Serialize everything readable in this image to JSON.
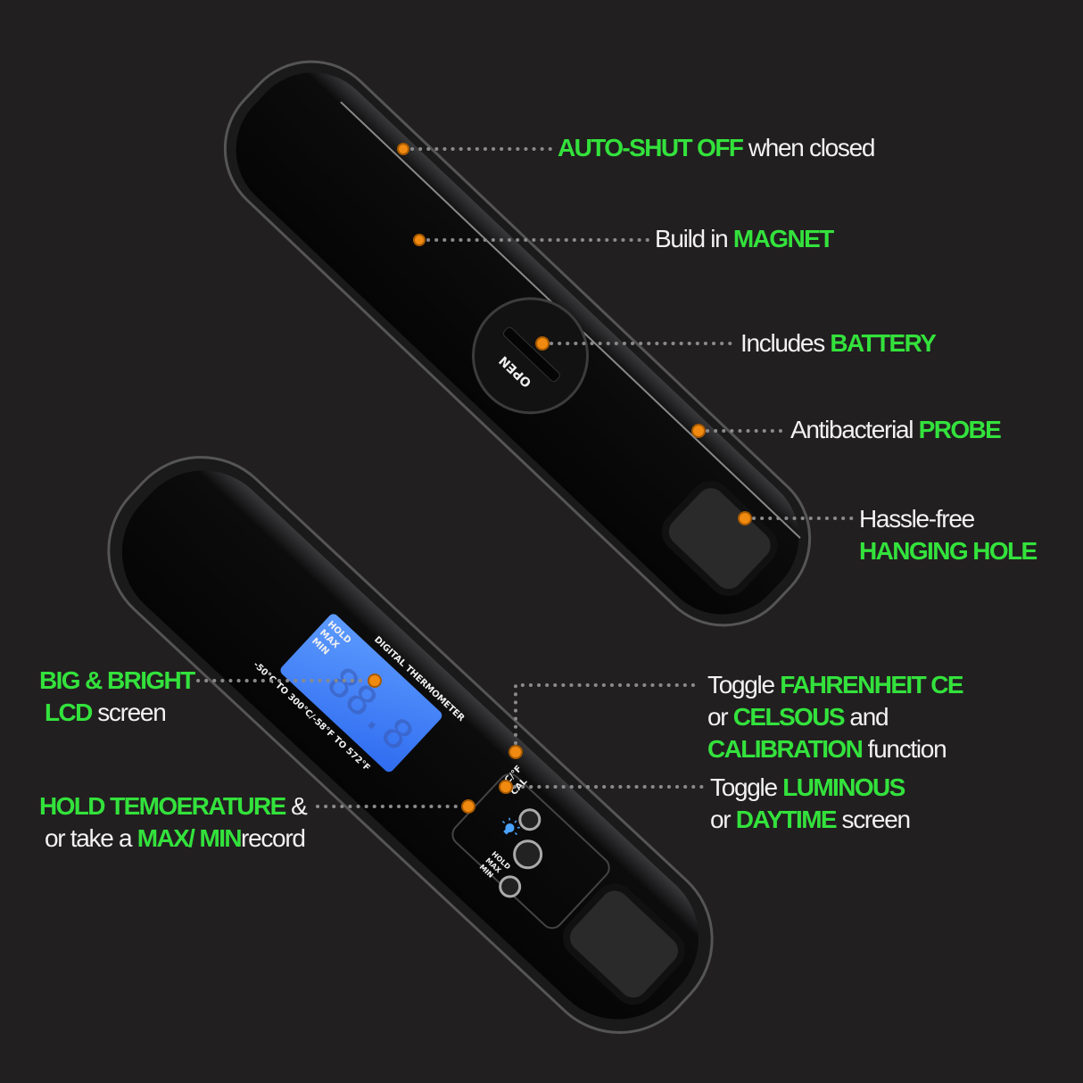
{
  "colors": {
    "background": "#221f20",
    "highlight": "#33e23c",
    "text": "#f2f2f2",
    "marker": "#f08a10",
    "lcd": "#4a86ff"
  },
  "device_top": {
    "battery_cover_text": "OPEN"
  },
  "device_bottom": {
    "lcd_modes": [
      "HOLD",
      "MAX",
      "MIN"
    ],
    "brand_text": "DIGITAL THERMOMETER",
    "range_text": "-50°C TO 300°C/-58°F TO 572°F",
    "unit_button_text": "°C/°F",
    "cal_text": "CAL",
    "hold_button_text": [
      "HOLD",
      "MAX",
      "MIN"
    ],
    "light_icon": "light-bulb-icon"
  },
  "callouts": [
    {
      "highlight": "AUTO-SHUT OFF",
      "text": " when closed"
    },
    {
      "text": "Build in ",
      "highlight": "MAGNET"
    },
    {
      "text": "Includes ",
      "highlight": "BATTERY"
    },
    {
      "text": "Antibacterial ",
      "highlight": "PROBE"
    },
    {
      "text": "Hassle-free",
      "highlight": "HANGING HOLE"
    },
    {
      "highlight1": "BIG & BRIGHT",
      "highlight2": "LCD",
      "text2": " screen"
    },
    {
      "highlight1": "HOLD TEMOERATURE",
      "text1": " &",
      "text2a": "or take a ",
      "highlight2": "MAX/ MIN",
      "text2b": "record"
    },
    {
      "text1": "Toggle ",
      "highlight1": "FAHRENHEIT CE",
      "text2a": "or ",
      "highlight2": "CELSOUS",
      "text2b": " and",
      "highlight3": "CALIBRATION",
      "text3": " function"
    },
    {
      "text1": "Toggle ",
      "highlight1": "LUMINOUS",
      "text2a": "or ",
      "highlight2": "DAYTIME",
      "text2b": " screen"
    }
  ]
}
